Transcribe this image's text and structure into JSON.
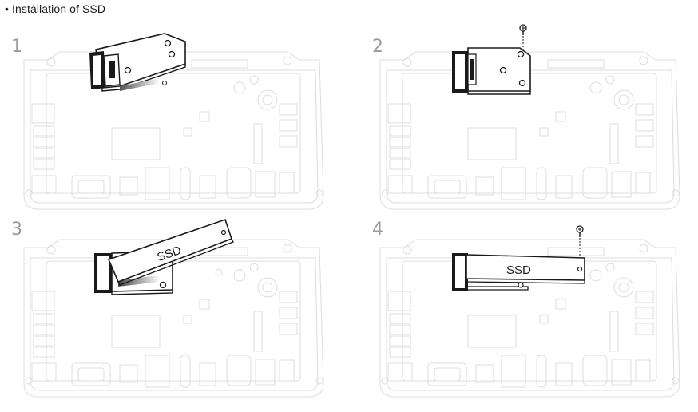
{
  "header": {
    "title": "• Installation of SSD"
  },
  "steps": [
    {
      "number": "1"
    },
    {
      "number": "2"
    },
    {
      "number": "3",
      "ssd_label": "SSD"
    },
    {
      "number": "4",
      "ssd_label": "SSD"
    }
  ]
}
